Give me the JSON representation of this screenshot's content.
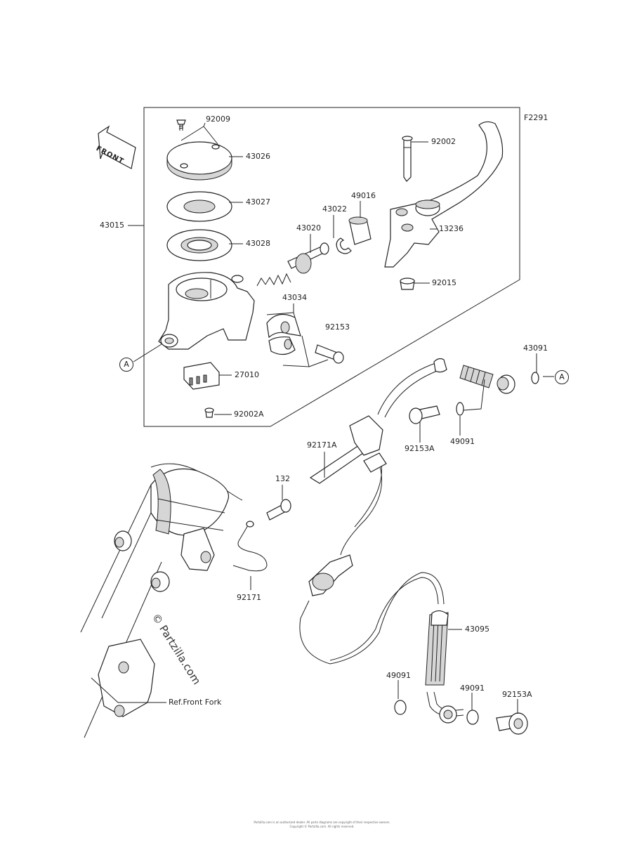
{
  "figure_code": "F2291",
  "front_arrow": "FRONT",
  "callouts": {
    "p92009": "92009",
    "p43026": "43026",
    "p43027": "43027",
    "p43028": "43028",
    "p43015": "43015",
    "p43020": "43020",
    "p43022": "43022",
    "p49016": "49016",
    "p92002": "92002",
    "p13236": "13236",
    "p92015": "92015",
    "p43034": "43034",
    "p92153": "92153",
    "p27010": "27010",
    "p92002A": "92002A",
    "p43091": "43091",
    "p92153A_top": "92153A",
    "p49091_top": "49091",
    "p92171A": "92171A",
    "p132": "132",
    "p92171": "92171",
    "p43095": "43095",
    "p49091_left": "49091",
    "p49091_right": "49091",
    "p92153A_bottom": "92153A",
    "ref_front_fork": "Ref.Front Fork"
  },
  "connectors": {
    "a_left": "A",
    "a_right": "A"
  },
  "watermark": "© Partzilla.com",
  "footer_line1": "Partzilla.com is an authorized dealer. All parts diagrams are copyright of their respective owners.",
  "footer_line2": "Copyright © Partzilla.com. All rights reserved."
}
